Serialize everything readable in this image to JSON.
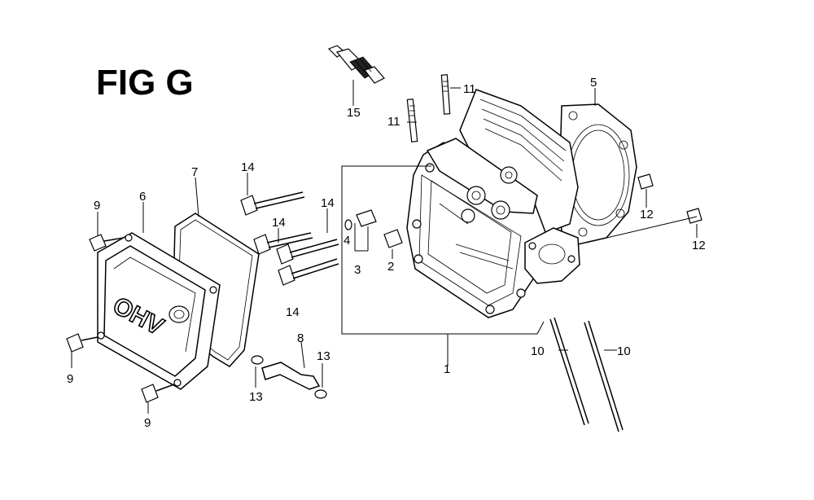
{
  "figure": {
    "title": "FIG G",
    "cover_lettering": "OHV"
  },
  "callouts": [
    {
      "id": "c1",
      "label": "1"
    },
    {
      "id": "c2",
      "label": "2"
    },
    {
      "id": "c3",
      "label": "3"
    },
    {
      "id": "c4",
      "label": "4"
    },
    {
      "id": "c5",
      "label": "5"
    },
    {
      "id": "c6",
      "label": "6"
    },
    {
      "id": "c7",
      "label": "7"
    },
    {
      "id": "c8",
      "label": "8"
    },
    {
      "id": "c9a",
      "label": "9"
    },
    {
      "id": "c9b",
      "label": "9"
    },
    {
      "id": "c9c",
      "label": "9"
    },
    {
      "id": "c10a",
      "label": "10"
    },
    {
      "id": "c10b",
      "label": "10"
    },
    {
      "id": "c11a",
      "label": "11"
    },
    {
      "id": "c11b",
      "label": "11"
    },
    {
      "id": "c12a",
      "label": "12"
    },
    {
      "id": "c12b",
      "label": "12"
    },
    {
      "id": "c13a",
      "label": "13"
    },
    {
      "id": "c13b",
      "label": "13"
    },
    {
      "id": "c14a",
      "label": "14"
    },
    {
      "id": "c14b",
      "label": "14"
    },
    {
      "id": "c14c",
      "label": "14"
    },
    {
      "id": "c14d",
      "label": "14"
    },
    {
      "id": "c15",
      "label": "15"
    }
  ]
}
